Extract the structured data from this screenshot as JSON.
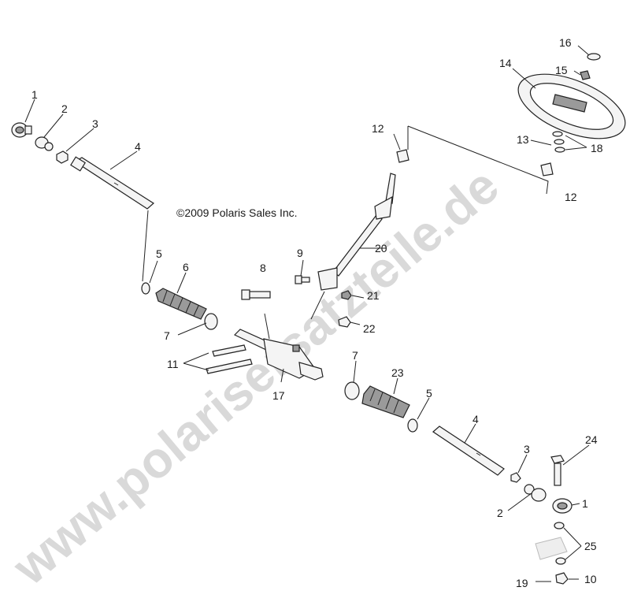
{
  "copyright": "©2009 Polaris Sales Inc.",
  "watermark": "www.polarisersatzteile.de",
  "callouts": [
    {
      "id": "c1a",
      "text": "1"
    },
    {
      "id": "c2a",
      "text": "2"
    },
    {
      "id": "c3a",
      "text": "3"
    },
    {
      "id": "c4a",
      "text": "4"
    },
    {
      "id": "c5a",
      "text": "5"
    },
    {
      "id": "c6",
      "text": "6"
    },
    {
      "id": "c7a",
      "text": "7"
    },
    {
      "id": "c8",
      "text": "8"
    },
    {
      "id": "c9",
      "text": "9"
    },
    {
      "id": "c11",
      "text": "11"
    },
    {
      "id": "c12a",
      "text": "12"
    },
    {
      "id": "c12b",
      "text": "12"
    },
    {
      "id": "c13",
      "text": "13"
    },
    {
      "id": "c14",
      "text": "14"
    },
    {
      "id": "c15",
      "text": "15"
    },
    {
      "id": "c16",
      "text": "16"
    },
    {
      "id": "c17",
      "text": "17"
    },
    {
      "id": "c18",
      "text": "18"
    },
    {
      "id": "c20",
      "text": "20"
    },
    {
      "id": "c21",
      "text": "21"
    },
    {
      "id": "c22",
      "text": "22"
    },
    {
      "id": "c7b",
      "text": "7"
    },
    {
      "id": "c23",
      "text": "23"
    },
    {
      "id": "c5b",
      "text": "5"
    },
    {
      "id": "c4b",
      "text": "4"
    },
    {
      "id": "c3b",
      "text": "3"
    },
    {
      "id": "c24",
      "text": "24"
    },
    {
      "id": "c2b",
      "text": "2"
    },
    {
      "id": "c1b",
      "text": "1"
    },
    {
      "id": "c25",
      "text": "25"
    },
    {
      "id": "c19",
      "text": "19"
    },
    {
      "id": "c10",
      "text": "10"
    }
  ]
}
